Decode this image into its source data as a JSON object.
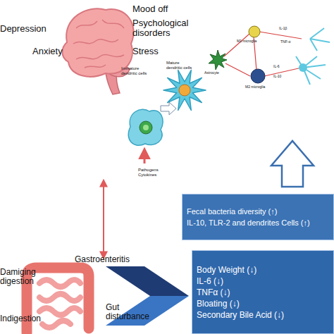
{
  "diagram": {
    "nodes": [
      {
        "text": [
          "Fecal bacteria diversity (↑)",
          "IL-10, TLR-2 and dendrites Cells (↑)"
        ]
      },
      {
        "text": [
          "Body Weight (↓)",
          "IL-6 (↓)",
          "TNFα (↓)",
          "Bloating (↓)",
          "Secondary Bile Acid (↓)"
        ]
      }
    ],
    "labels": [
      "Depression",
      "Mood off",
      "Psychological disorders",
      "Anxiety",
      "Stress",
      "Immature dendritic cells",
      "Mature dendritic cells",
      "Pathogens Cytokines",
      "Astrocyte",
      "M1 microglia",
      "M2 microglia",
      "IL-1β",
      "TNF-α",
      "IL-6",
      "IL-10",
      "Damiging digestion",
      "Gastroenteritis",
      "Gut disturbance",
      "Indigestion"
    ]
  }
}
